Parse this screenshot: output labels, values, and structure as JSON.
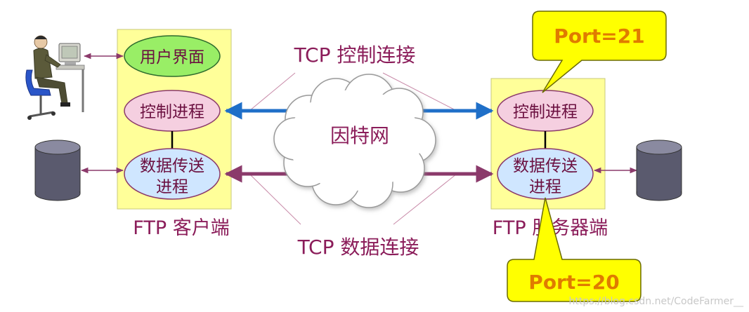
{
  "diagram": {
    "client": {
      "user_interface_label": "用户界面",
      "control_process_label": "控制进程",
      "data_process_line1": "数据传送",
      "data_process_line2": "进程",
      "caption": "FTP 客户端"
    },
    "server": {
      "control_process_label": "控制进程",
      "data_process_line1": "数据传送",
      "data_process_line2": "进程",
      "caption": "FTP 服务器端"
    },
    "network_label": "因特网",
    "control_connection_label": "TCP 控制连接",
    "data_connection_label": "TCP 数据连接",
    "callouts": {
      "control_port": "Port=21",
      "data_port": "Port=20"
    },
    "watermark": "https://blog.csdn.net/CodeFarmer__"
  },
  "colors": {
    "panel_fill": "#ffff99",
    "user_interface_fill": "#99ee66",
    "control_process_fill": "#f5cfe0",
    "data_process_fill": "#cfe6ff",
    "control_arrow": "#1f6fc8",
    "data_arrow": "#8b3a6b",
    "label_color": "#8b1d5a",
    "callout_fill": "#ffff00",
    "callout_text": "#e07b00",
    "database_fill": "#5a5a6e"
  }
}
